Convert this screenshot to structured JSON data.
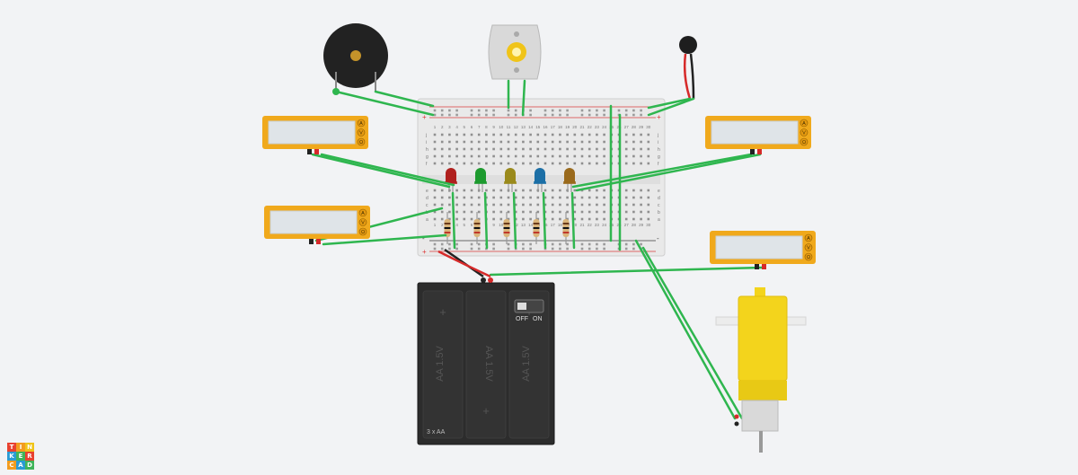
{
  "breadboard": {
    "column_numbers": [
      "1",
      "2",
      "3",
      "4",
      "5",
      "6",
      "7",
      "8",
      "9",
      "10",
      "11",
      "12",
      "13",
      "14",
      "15",
      "16",
      "17",
      "18",
      "19",
      "20",
      "21",
      "22",
      "23",
      "24",
      "25",
      "26",
      "27",
      "28",
      "29",
      "30"
    ],
    "rows_top": [
      "j",
      "i",
      "h",
      "g",
      "f"
    ],
    "rows_bottom": [
      "e",
      "d",
      "c",
      "b",
      "a"
    ],
    "rail_plus": "+",
    "rail_minus": "-"
  },
  "multimeters": [
    {
      "id": "left-top",
      "buttons": [
        "A",
        "V",
        "Ω"
      ]
    },
    {
      "id": "left-bottom",
      "buttons": [
        "A",
        "V",
        "Ω"
      ]
    },
    {
      "id": "right-top",
      "buttons": [
        "A",
        "V",
        "Ω"
      ]
    },
    {
      "id": "right-bottom",
      "buttons": [
        "A",
        "V",
        "Ω"
      ]
    }
  ],
  "leds": [
    {
      "color": "red",
      "hex": "#b0201e"
    },
    {
      "color": "green",
      "hex": "#1d9a2e"
    },
    {
      "color": "yellow",
      "hex": "#9a8a1c"
    },
    {
      "color": "blue",
      "hex": "#1c6fa6"
    },
    {
      "color": "orange",
      "hex": "#9a6a1c"
    }
  ],
  "battery_pack": {
    "cell_label": "AA 1.5V",
    "pack_label": "3 x AA",
    "switch_off": "OFF",
    "switch_on": "ON",
    "plus": "+",
    "minus": "−"
  },
  "logo": {
    "letters": [
      "T",
      "I",
      "N",
      "K",
      "E",
      "R",
      "C",
      "A",
      "D"
    ],
    "colors": [
      "#e8412f",
      "#f39c1e",
      "#f0c419",
      "#2a9bd4",
      "#3fb45a",
      "#e8412f",
      "#f39c1e",
      "#2a9bd4",
      "#3fb45a"
    ]
  },
  "colors": {
    "wire_green": "#2fb64f",
    "wire_red": "#d62a2a",
    "wire_black": "#222222",
    "meter_frame": "#f0a91c",
    "meter_screen": "#dfe4e8",
    "breadboard": "#ececec",
    "motor_yellow": "#f3d41c"
  }
}
